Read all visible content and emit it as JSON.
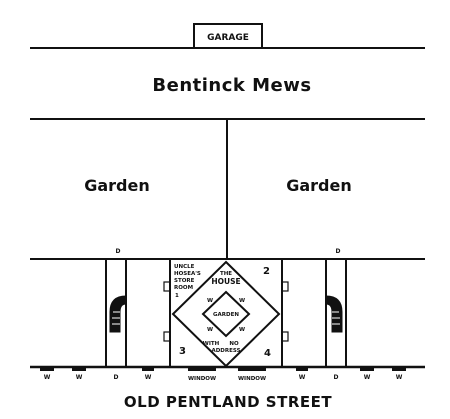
{
  "garage": "Garage",
  "mews": "Bentinck Mews",
  "garden_left": "Garden",
  "garden_right": "Garden",
  "street": "OLD PENTLAND STREET",
  "house": {
    "store_room_lines": [
      "Uncle",
      "Hosea's",
      "Store",
      "Room"
    ],
    "house_lines": [
      "The",
      "House"
    ],
    "center_garden": "Garden",
    "with_no_address_lines": [
      "With",
      "No",
      "Address"
    ],
    "numbers": [
      "1",
      "2",
      "3",
      "4"
    ],
    "wall_marks": [
      "W",
      "W",
      "W",
      "W"
    ],
    "window_left": "Window",
    "window_right": "Window"
  },
  "door_letter": "D",
  "window_letter": "W"
}
